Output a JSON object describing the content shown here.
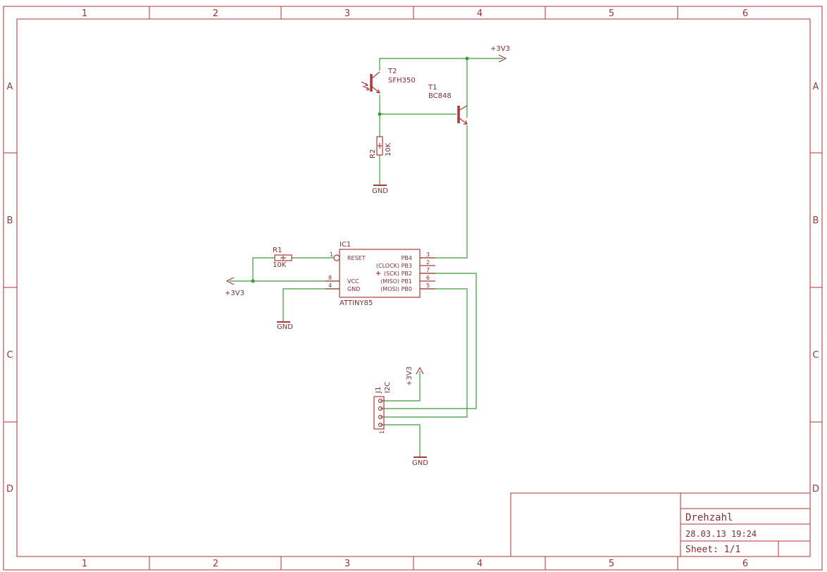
{
  "frame": {
    "columns": [
      "1",
      "2",
      "3",
      "4",
      "5",
      "6"
    ],
    "rows": [
      "A",
      "B",
      "C",
      "D"
    ]
  },
  "title_block": {
    "title": "Drehzahl",
    "date": "28.03.13 19:24",
    "sheet": "Sheet: 1/1"
  },
  "parts": {
    "t2": {
      "name": "T2",
      "value": "SFH350"
    },
    "t1": {
      "name": "T1",
      "value": "BC848"
    },
    "r2": {
      "name": "R2",
      "value": "10K"
    },
    "r1": {
      "name": "R1",
      "value": "10K"
    },
    "ic1": {
      "name": "IC1",
      "value": "ATTINY85"
    },
    "j1": {
      "name": "J1",
      "value": "I2C"
    }
  },
  "ic1_pins": {
    "reset": "RESET",
    "vcc": "VCC",
    "gnd": "GND",
    "pb4": "PB4",
    "pb3": "(CLOCK) PB3",
    "pb2": "(SCK) PB2",
    "pb1": "(MISO) PB1",
    "pb0": "(MOSI) PB0",
    "n1": "1",
    "n8": "8",
    "n4": "4",
    "n3": "3",
    "n2": "2",
    "n7": "7",
    "n6": "6",
    "n5": "5"
  },
  "j1_pin1": "1",
  "power": {
    "v3_top": "+3V3",
    "v3_left": "+3V3",
    "v3_j1": "+3V3",
    "gnd_r2": "GND",
    "gnd_ic": "GND",
    "gnd_j1": "GND"
  },
  "colors": {
    "wire": "#3a9a3a",
    "symbol": "#a83a3a",
    "frame": "#b03030"
  }
}
